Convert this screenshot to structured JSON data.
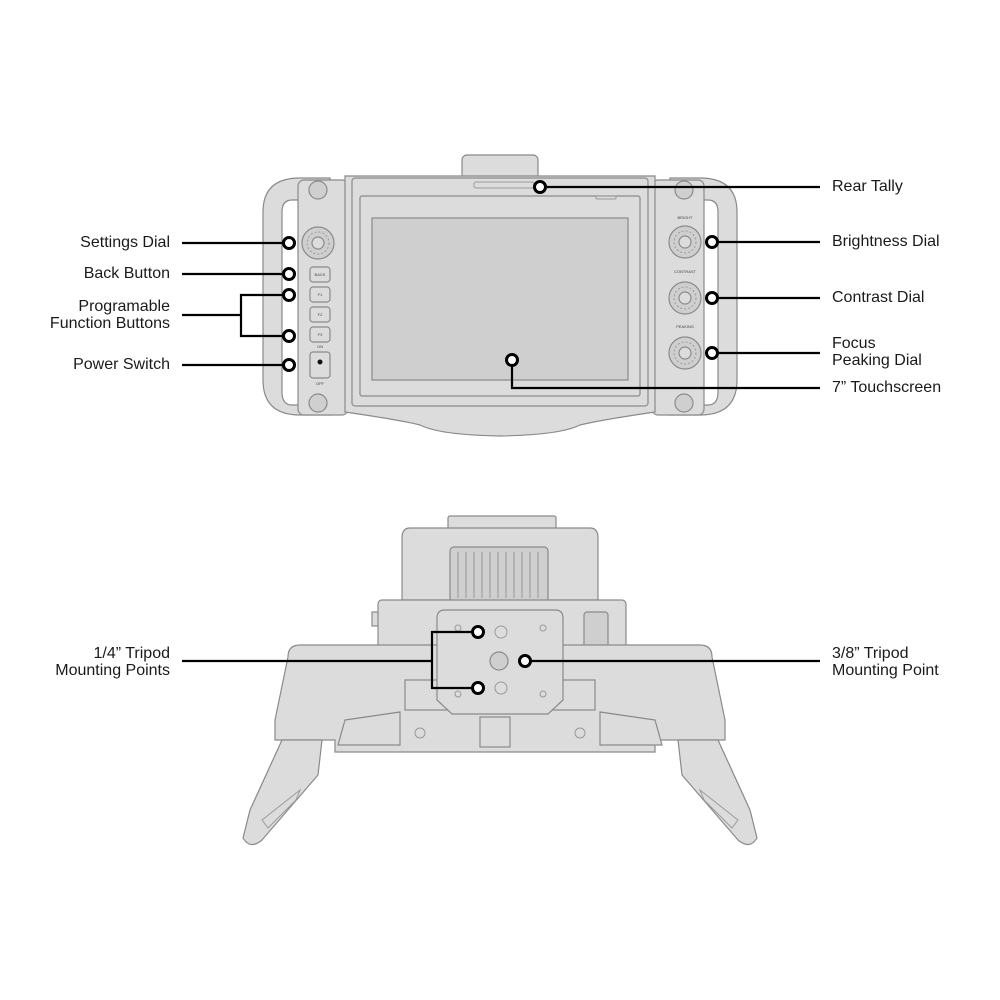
{
  "front_view": {
    "callouts": {
      "rear_tally": "Rear Tally",
      "settings_dial": "Settings Dial",
      "back_button": "Back Button",
      "function_buttons_line1": "Programable",
      "function_buttons_line2": "Function Buttons",
      "power_switch": "Power Switch",
      "brightness_dial": "Brightness Dial",
      "contrast_dial": "Contrast Dial",
      "focus_peaking_line1": "Focus",
      "focus_peaking_line2": "Peaking Dial",
      "touchscreen": "7” Touchscreen"
    },
    "device_labels": {
      "back": "BACK",
      "f1": "F1",
      "f2": "F2",
      "f3": "F3",
      "on": "ON",
      "off": "OFF",
      "bright": "BRIGHT",
      "contrast": "CONTRAST",
      "peaking": "PEAKING"
    }
  },
  "bottom_view": {
    "callouts": {
      "quarter_line1": "1/4” Tripod",
      "quarter_line2": "Mounting Points",
      "three_eighths_line1": "3/8” Tripod",
      "three_eighths_line2": "Mounting Point"
    }
  }
}
